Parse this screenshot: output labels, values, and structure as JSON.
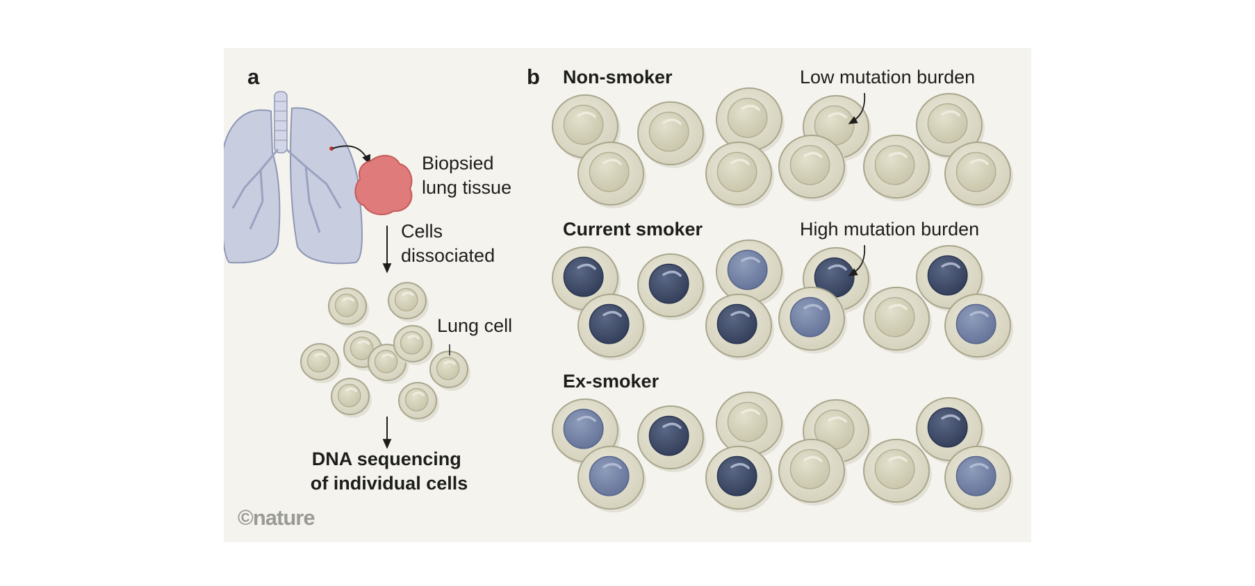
{
  "panel_a": {
    "letter": "a",
    "biopsy_label": [
      "Biopsied",
      "lung tissue"
    ],
    "dissociated_label": [
      "Cells",
      "dissociated"
    ],
    "lung_cell_label": "Lung cell",
    "sequencing_label": [
      "DNA sequencing",
      "of individual cells"
    ]
  },
  "panel_b": {
    "letter": "b",
    "groups": [
      {
        "title": "Non-smoker",
        "annotation": "Low mutation burden",
        "nuclei": [
          "normal",
          "normal",
          "normal",
          "normal",
          "normal",
          "normal",
          "normal",
          "normal",
          "normal",
          "normal",
          "normal"
        ]
      },
      {
        "title": "Current smoker",
        "annotation": "High mutation burden",
        "nuclei": [
          "dark",
          "dark",
          "medium",
          "dark",
          "dark",
          "dark",
          "dark",
          "medium",
          "normal",
          "medium",
          "medium"
        ]
      },
      {
        "title": "Ex-smoker",
        "annotation": "",
        "nuclei": [
          "medium",
          "dark",
          "normal",
          "normal",
          "dark",
          "medium",
          "dark",
          "normal",
          "normal",
          "medium",
          "normal"
        ]
      }
    ]
  },
  "credit": "©nature",
  "colors": {
    "background": "#f4f3ee",
    "cell_body": "#dcd9c6",
    "cell_edge": "#a9a68d",
    "nucleus_normal": "#d3d0b8",
    "nucleus_medium": "#6f7f9e",
    "nucleus_dark": "#3d4a66",
    "lung_fill": "#c8cde0",
    "tissue": "#e07b7b"
  }
}
